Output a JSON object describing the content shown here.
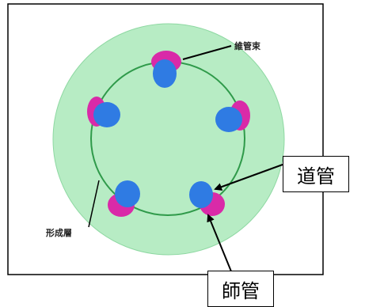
{
  "labels": {
    "vascular_bundle": "維管束",
    "cambium": "形成層",
    "xylem": "道管",
    "phloem": "師管"
  },
  "colors": {
    "cortex_fill": "#b7ecc4",
    "cortex_stroke": "#8ed8a2",
    "cambium_ring": "#2f9a4a",
    "xylem": "#2f7be3",
    "phloem": "#d92aa8",
    "frame": "#000000"
  }
}
